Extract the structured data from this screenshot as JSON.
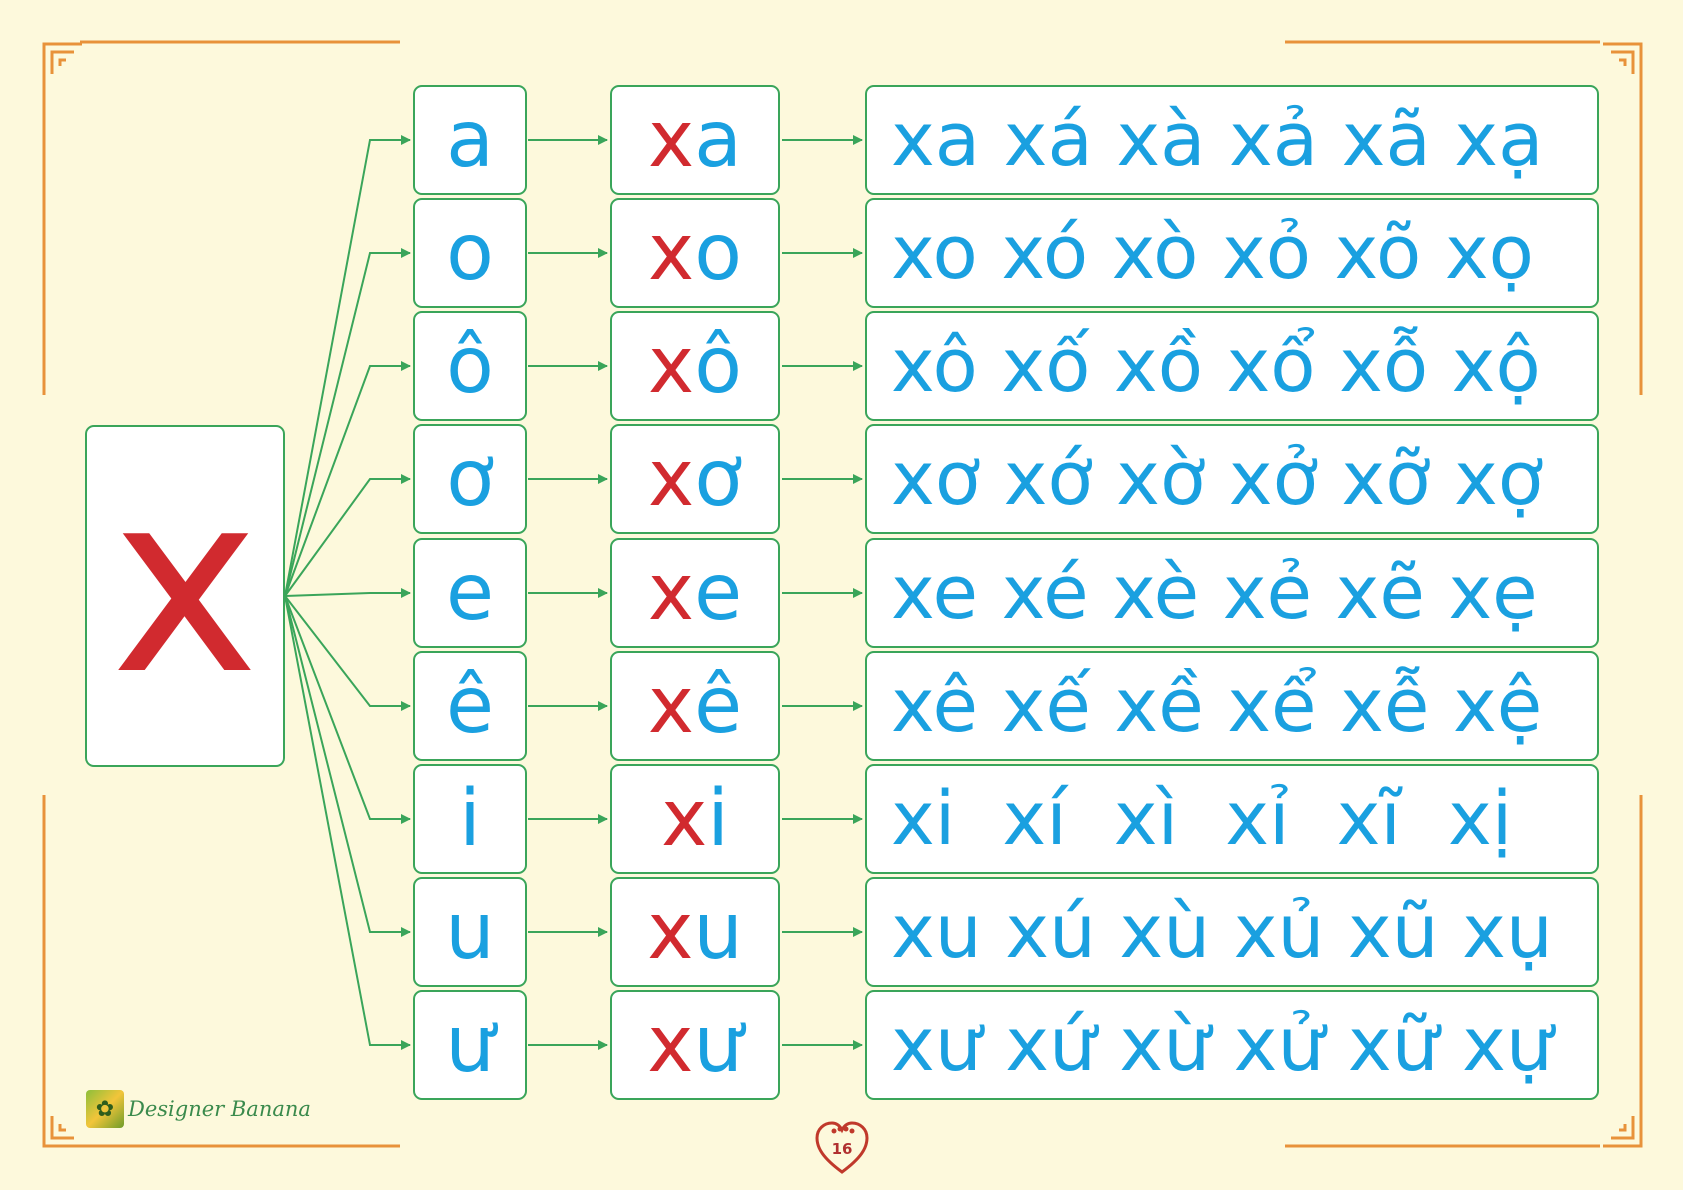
{
  "colors": {
    "background": "#fdf9dc",
    "border_orange": "#e8923a",
    "box_border_green": "#3aa55a",
    "consonant_red": "#d12a2f",
    "vowel_blue": "#1aa0e0"
  },
  "consonant": "x",
  "rows": [
    {
      "vowel": "a",
      "syllable_c": "x",
      "syllable_v": "a",
      "tones": "xa xá xà xả xã xạ"
    },
    {
      "vowel": "o",
      "syllable_c": "x",
      "syllable_v": "o",
      "tones": "xo xó xò xỏ xõ xọ"
    },
    {
      "vowel": "ô",
      "syllable_c": "x",
      "syllable_v": "ô",
      "tones": "xô xố xồ xổ xỗ xộ"
    },
    {
      "vowel": "ơ",
      "syllable_c": "x",
      "syllable_v": "ơ",
      "tones": "xơ xớ xờ xở xỡ xợ"
    },
    {
      "vowel": "e",
      "syllable_c": "x",
      "syllable_v": "e",
      "tones": "xe xé xè xẻ xẽ xẹ"
    },
    {
      "vowel": "ê",
      "syllable_c": "x",
      "syllable_v": "ê",
      "tones": "xê xế xề xể xễ xệ"
    },
    {
      "vowel": "i",
      "syllable_c": "x",
      "syllable_v": "i",
      "tones": "xi  xí  xì  xỉ  xĩ  xị"
    },
    {
      "vowel": "u",
      "syllable_c": "x",
      "syllable_v": "u",
      "tones": "xu xú xù xủ xũ xụ"
    },
    {
      "vowel": "ư",
      "syllable_c": "x",
      "syllable_v": "ư",
      "tones": "xư xứ xừ xử xữ xự"
    }
  ],
  "footer": {
    "brand": "Designer Banana",
    "page_number": "16"
  },
  "icons": [
    "corner-ornament-icon",
    "brand-logo-icon",
    "heart-footprints-icon"
  ]
}
